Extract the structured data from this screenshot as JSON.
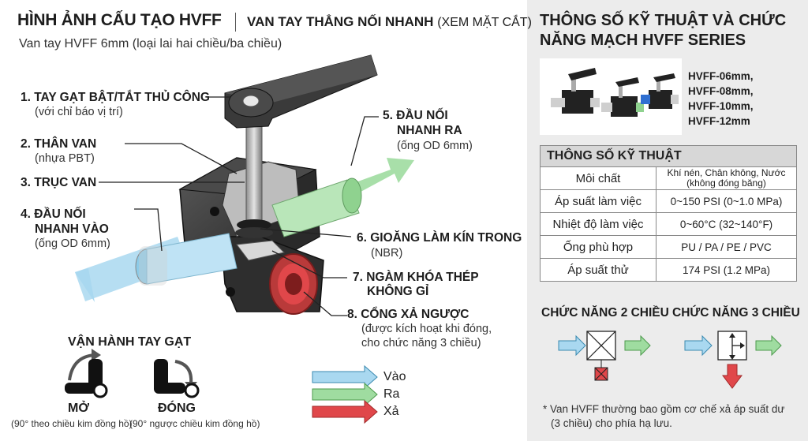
{
  "header": {
    "title": "HÌNH ẢNH CẤU TẠO HVFF",
    "subtitle_bold": "VAN TAY THẲNG NỐI NHANH",
    "subtitle_normal": "(XEM MẶT CẮT)",
    "description": "Van tay HVFF 6mm (loại lai hai chiều/ba chiều)"
  },
  "parts": [
    {
      "title": "1. TAY GẠT BẬT/TẮT THỦ CÔNG",
      "note": "(với chỉ báo vị trí)"
    },
    {
      "title": "2. THÂN VAN",
      "note": "(nhựa PBT)"
    },
    {
      "title": "3. TRỤC VAN",
      "note": ""
    },
    {
      "title_line1": "4. ĐẦU NỐI",
      "title_line2": "NHANH VÀO",
      "note": "(ống OD 6mm)"
    },
    {
      "title_line1": "5. ĐẦU NỐI",
      "title_line2": "NHANH RA",
      "note": "(ống OD 6mm)"
    },
    {
      "title": "6. GIOĂNG LÀM KÍN TRONG",
      "note": "(NBR)"
    },
    {
      "title_line1": "7. NGÀM KHÓA THÉP",
      "title_line2": "KHÔNG GỈ",
      "note": ""
    },
    {
      "title": "8. CỔNG XẢ NGƯỢC",
      "note_line1": "(được kích hoạt khi đóng,",
      "note_line2": "cho chức năng 3 chiều)"
    }
  ],
  "lever_operation": {
    "title": "VẬN HÀNH TAY GẠT",
    "open_label": "MỞ",
    "open_note": "(90° theo chiều kim đồng hồ)",
    "close_label": "ĐÓNG",
    "close_note": "(90° ngược chiều kim đồng hồ)"
  },
  "legend": [
    {
      "label": "Vào",
      "color": "#a9d8f0"
    },
    {
      "label": "Ra",
      "color": "#9fdca0"
    },
    {
      "label": "Xả",
      "color": "#e0474a"
    }
  ],
  "specs_panel": {
    "title": "THÔNG SỐ KỸ THUẬT VÀ CHỨC NĂNG MẠCH HVFF SERIES",
    "models": [
      "HVFF-06mm,",
      "HVFF-08mm,",
      "HVFF-10mm,",
      "HVFF-12mm"
    ],
    "table_header": "THÔNG SỐ KỸ THUẬT",
    "rows": [
      {
        "key": "Môi chất",
        "value": "Khí nén, Chân không, Nước (không đóng băng)"
      },
      {
        "key": "Áp suất làm việc",
        "value": "0~150 PSI (0~1.0 MPa)"
      },
      {
        "key": "Nhiệt độ làm việc",
        "value": "0~60°C (32~140°F)"
      },
      {
        "key": "Ống phù hợp",
        "value": "PU / PA / PE / PVC"
      },
      {
        "key": "Áp suất thử",
        "value": "174 PSI (1.2 MPa)"
      }
    ],
    "function_2way": "CHỨC NĂNG 2 CHIỀU",
    "function_3way": "CHỨC NĂNG 3 CHIỀU",
    "footnote_line1": "* Van HVFF thường bao gồm cơ chế xả áp suất dư",
    "footnote_line2": "(3 chiều) cho phía hạ lưu."
  },
  "colors": {
    "inlet": "#a9d8f0",
    "outlet": "#9fdca0",
    "exhaust": "#e0474a",
    "body": "#2b2b2b"
  }
}
